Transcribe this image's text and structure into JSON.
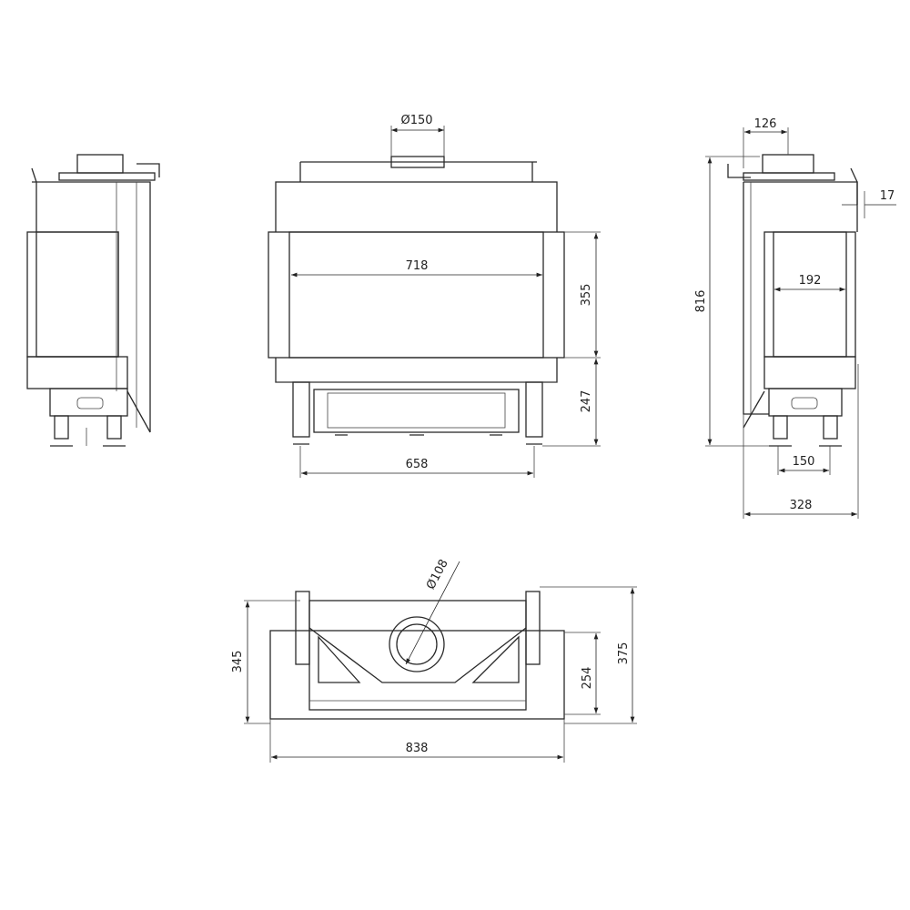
{
  "front_view": {
    "flue_diameter": "Ø150",
    "glass_width": "718",
    "glass_height": "355",
    "base_height": "247",
    "leg_spacing": "658"
  },
  "side_view": {
    "flue_width": "126",
    "offset": "17",
    "total_height": "816",
    "glass_depth": "192",
    "leg_spacing": "150",
    "total_depth": "328"
  },
  "top_view": {
    "air_inlet_diameter": "Ø108",
    "depth_left": "345",
    "depth_inner": "254",
    "depth_right": "375",
    "total_width": "838"
  }
}
